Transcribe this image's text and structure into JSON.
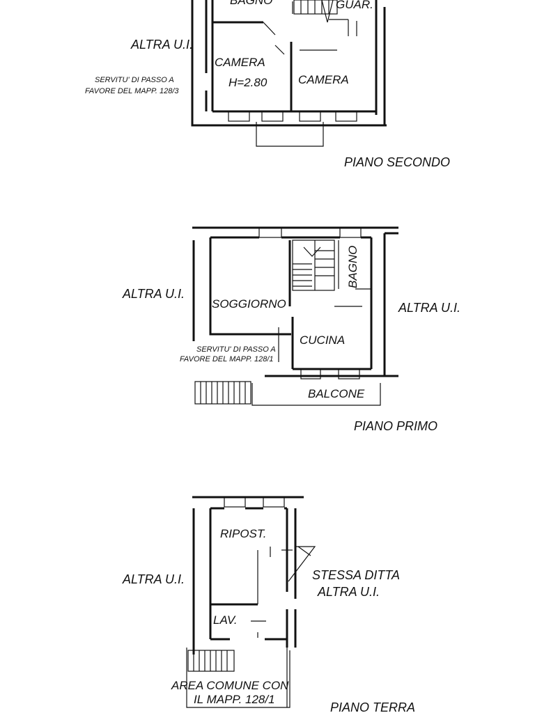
{
  "floors": [
    {
      "id": "second",
      "title": "PIANO SECONDO",
      "rooms": {
        "bathroom": "BAGNO",
        "closet": "GUAR.",
        "bedroom_left": "CAMERA",
        "height": "H=2.80",
        "bedroom_right": "CAMERA"
      },
      "neighbor_left": "ALTRA U.I.",
      "easement_line1": "SERVITU' DI PASSO A",
      "easement_line2": "FAVORE DEL MAPP. 128/3"
    },
    {
      "id": "first",
      "title": "PIANO PRIMO",
      "rooms": {
        "living": "SOGGIORNO",
        "bathroom": "BAGNO",
        "kitchen": "CUCINA",
        "balcony": "BALCONE"
      },
      "neighbor_left": "ALTRA U.I.",
      "neighbor_right": "ALTRA U.I.",
      "easement_line1": "SERVITU' DI PASSO A",
      "easement_line2": "FAVORE DEL MAPP. 128/1"
    },
    {
      "id": "ground",
      "title": "PIANO TERRA",
      "rooms": {
        "storage": "RIPOST.",
        "laundry": "LAV."
      },
      "neighbor_left": "ALTRA U.I.",
      "same_owner": "STESSA DITTA",
      "neighbor_right": "ALTRA U.I.",
      "common_area_line1": "AREA COMUNE CON",
      "common_area_line2": "IL MAPP. 128/1"
    }
  ]
}
